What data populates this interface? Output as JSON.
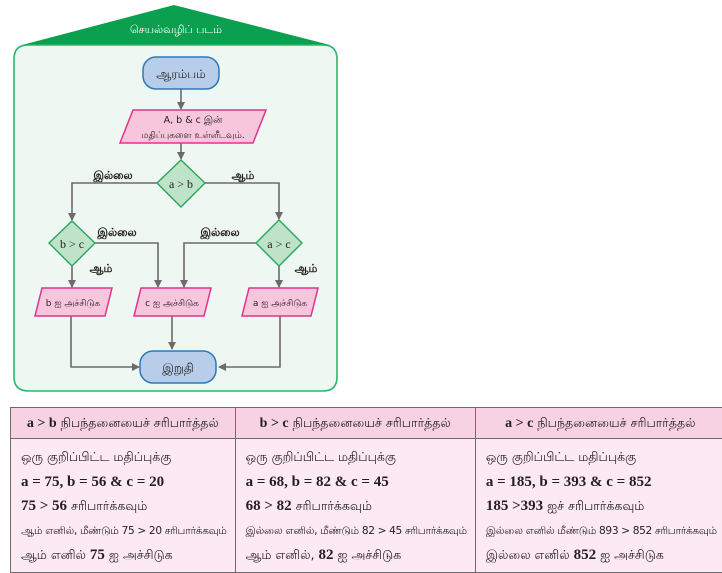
{
  "flowchart": {
    "title": "செயல்வழிப் படம்",
    "colors": {
      "roof": "#0aa04f",
      "frame_border": "#2bb56a",
      "frame_fill": "#eef7f2",
      "terminal_fill": "#b8cde9",
      "terminal_border": "#2a7ab8",
      "io_fill": "#f7c6dc",
      "io_border": "#e0348c",
      "decision_fill": "#bfe3c8",
      "decision_border": "#2aa65a",
      "arrow": "#6b6b6b"
    },
    "start": "ஆரம்பம்",
    "input": {
      "line1": "A, b & c இன்",
      "line2": "மதிப்புகளை உள்ளீடவும்."
    },
    "decision_ab": {
      "text": "a > b",
      "no_label": "இல்லை",
      "yes_label": "ஆம்"
    },
    "decision_bc": {
      "text": "b > c",
      "no_label": "இல்லை",
      "yes_label": "ஆம்"
    },
    "decision_ac": {
      "text": "a > c",
      "no_label": "இல்லை",
      "yes_label": "ஆம்"
    },
    "output_b": "b ஐ அச்சிடுக",
    "output_c": "c ஐ அச்சிடுக",
    "output_a": "a ஐ அச்சிடுக",
    "end": "இறுதி"
  },
  "table": {
    "columns": [
      {
        "cond": "a > b",
        "header_rest": " நிபந்தனையைச் சரிபார்த்தல்",
        "line1": "ஒரு குறிப்பிட்ட மதிப்புக்கு",
        "line2": "a = 75, b = 56 & c = 20",
        "line3_num": "75 > 56",
        "line3_text": " சரிபார்க்கவும்",
        "line4": "ஆம் எனில், மீண்டும் 75 > 20 சரிபார்க்கவும்",
        "line5_pre": "ஆம் எனில் ",
        "line5_num": "75",
        "line5_post": " ஐ அச்சிடுக"
      },
      {
        "cond": "b > c",
        "header_rest": " நிபந்தனையைச் சரிபார்த்தல்",
        "line1": "ஒரு குறிப்பிட்ட மதிப்புக்கு",
        "line2": "a = 68, b = 82 & c = 45",
        "line3_num": "68 > 82",
        "line3_text": " சரிபார்க்கவும்",
        "line4": "இல்லை எனில், மீண்டும் 82 > 45 சரிபார்க்கவும்",
        "line5_pre": "ஆம் எனில், ",
        "line5_num": "82",
        "line5_post": " ஐ அச்சிடுக"
      },
      {
        "cond": "a > c",
        "header_rest": " நிபந்தனையைச் சரிபார்த்தல்",
        "line1": "ஒரு குறிப்பிட்ட மதிப்புக்கு",
        "line2": "a = 185, b = 393 & c = 852",
        "line3_num": "185 >393",
        "line3_text": " ஐச் சரிபார்க்கவும்",
        "line4": "இல்லை எனில் மீண்டும் 893 > 852 சரிபார்க்கவும்",
        "line5_pre": "இல்லை எனில் ",
        "line5_num": "852",
        "line5_post": " ஐ அச்சிடுக"
      }
    ]
  }
}
